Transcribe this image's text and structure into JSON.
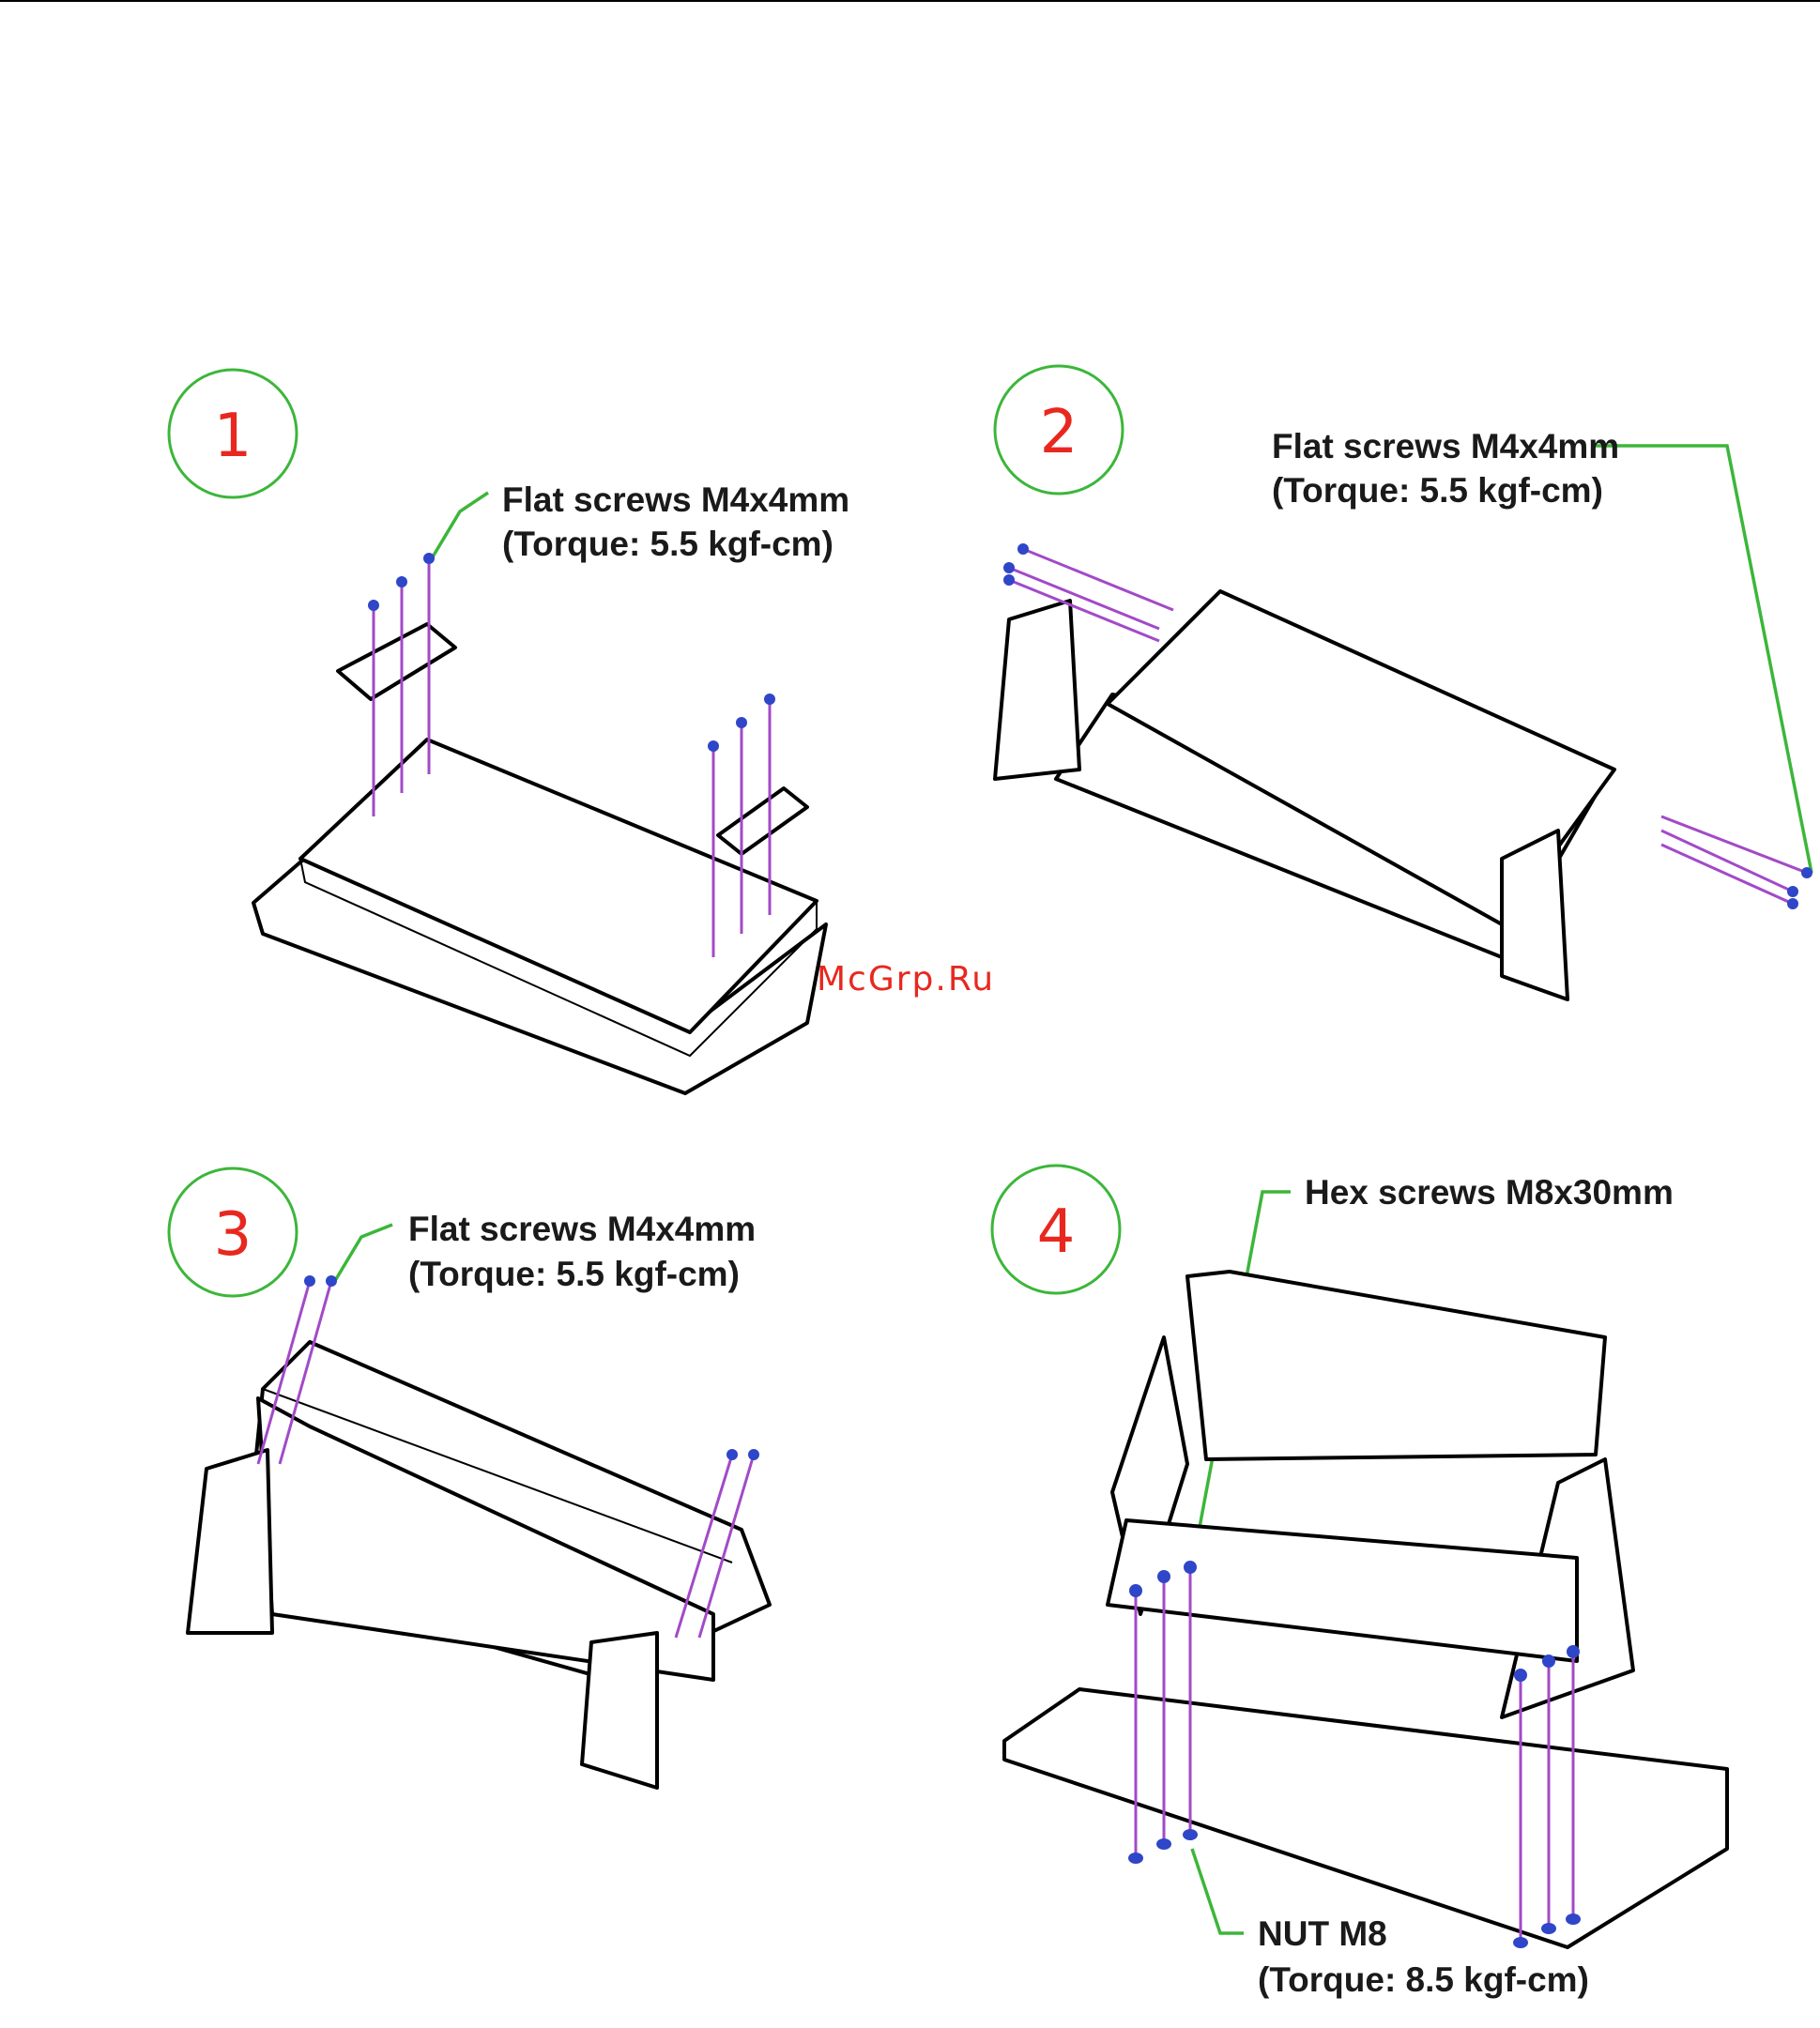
{
  "watermark": "McGrp.Ru",
  "colors": {
    "step_circle": "#3cb63a",
    "step_number": "#e8281f",
    "screw_line": "#a24ac8",
    "screw_head": "#2f46c8",
    "leader_line": "#3cb63a"
  },
  "steps": [
    {
      "number": "1",
      "callout_line1": "Flat screws M4x4mm",
      "callout_line2": "(Torque: 5.5 kgf-cm)"
    },
    {
      "number": "2",
      "callout_line1": "Flat screws M4x4mm",
      "callout_line2": "(Torque: 5.5 kgf-cm)"
    },
    {
      "number": "3",
      "callout_line1": "Flat screws M4x4mm",
      "callout_line2": "(Torque: 5.5 kgf-cm)"
    },
    {
      "number": "4",
      "callout_line1": "Hex screws M8x30mm",
      "callout2_line1": "NUT M8",
      "callout2_line2": "(Torque: 8.5 kgf-cm)"
    }
  ]
}
